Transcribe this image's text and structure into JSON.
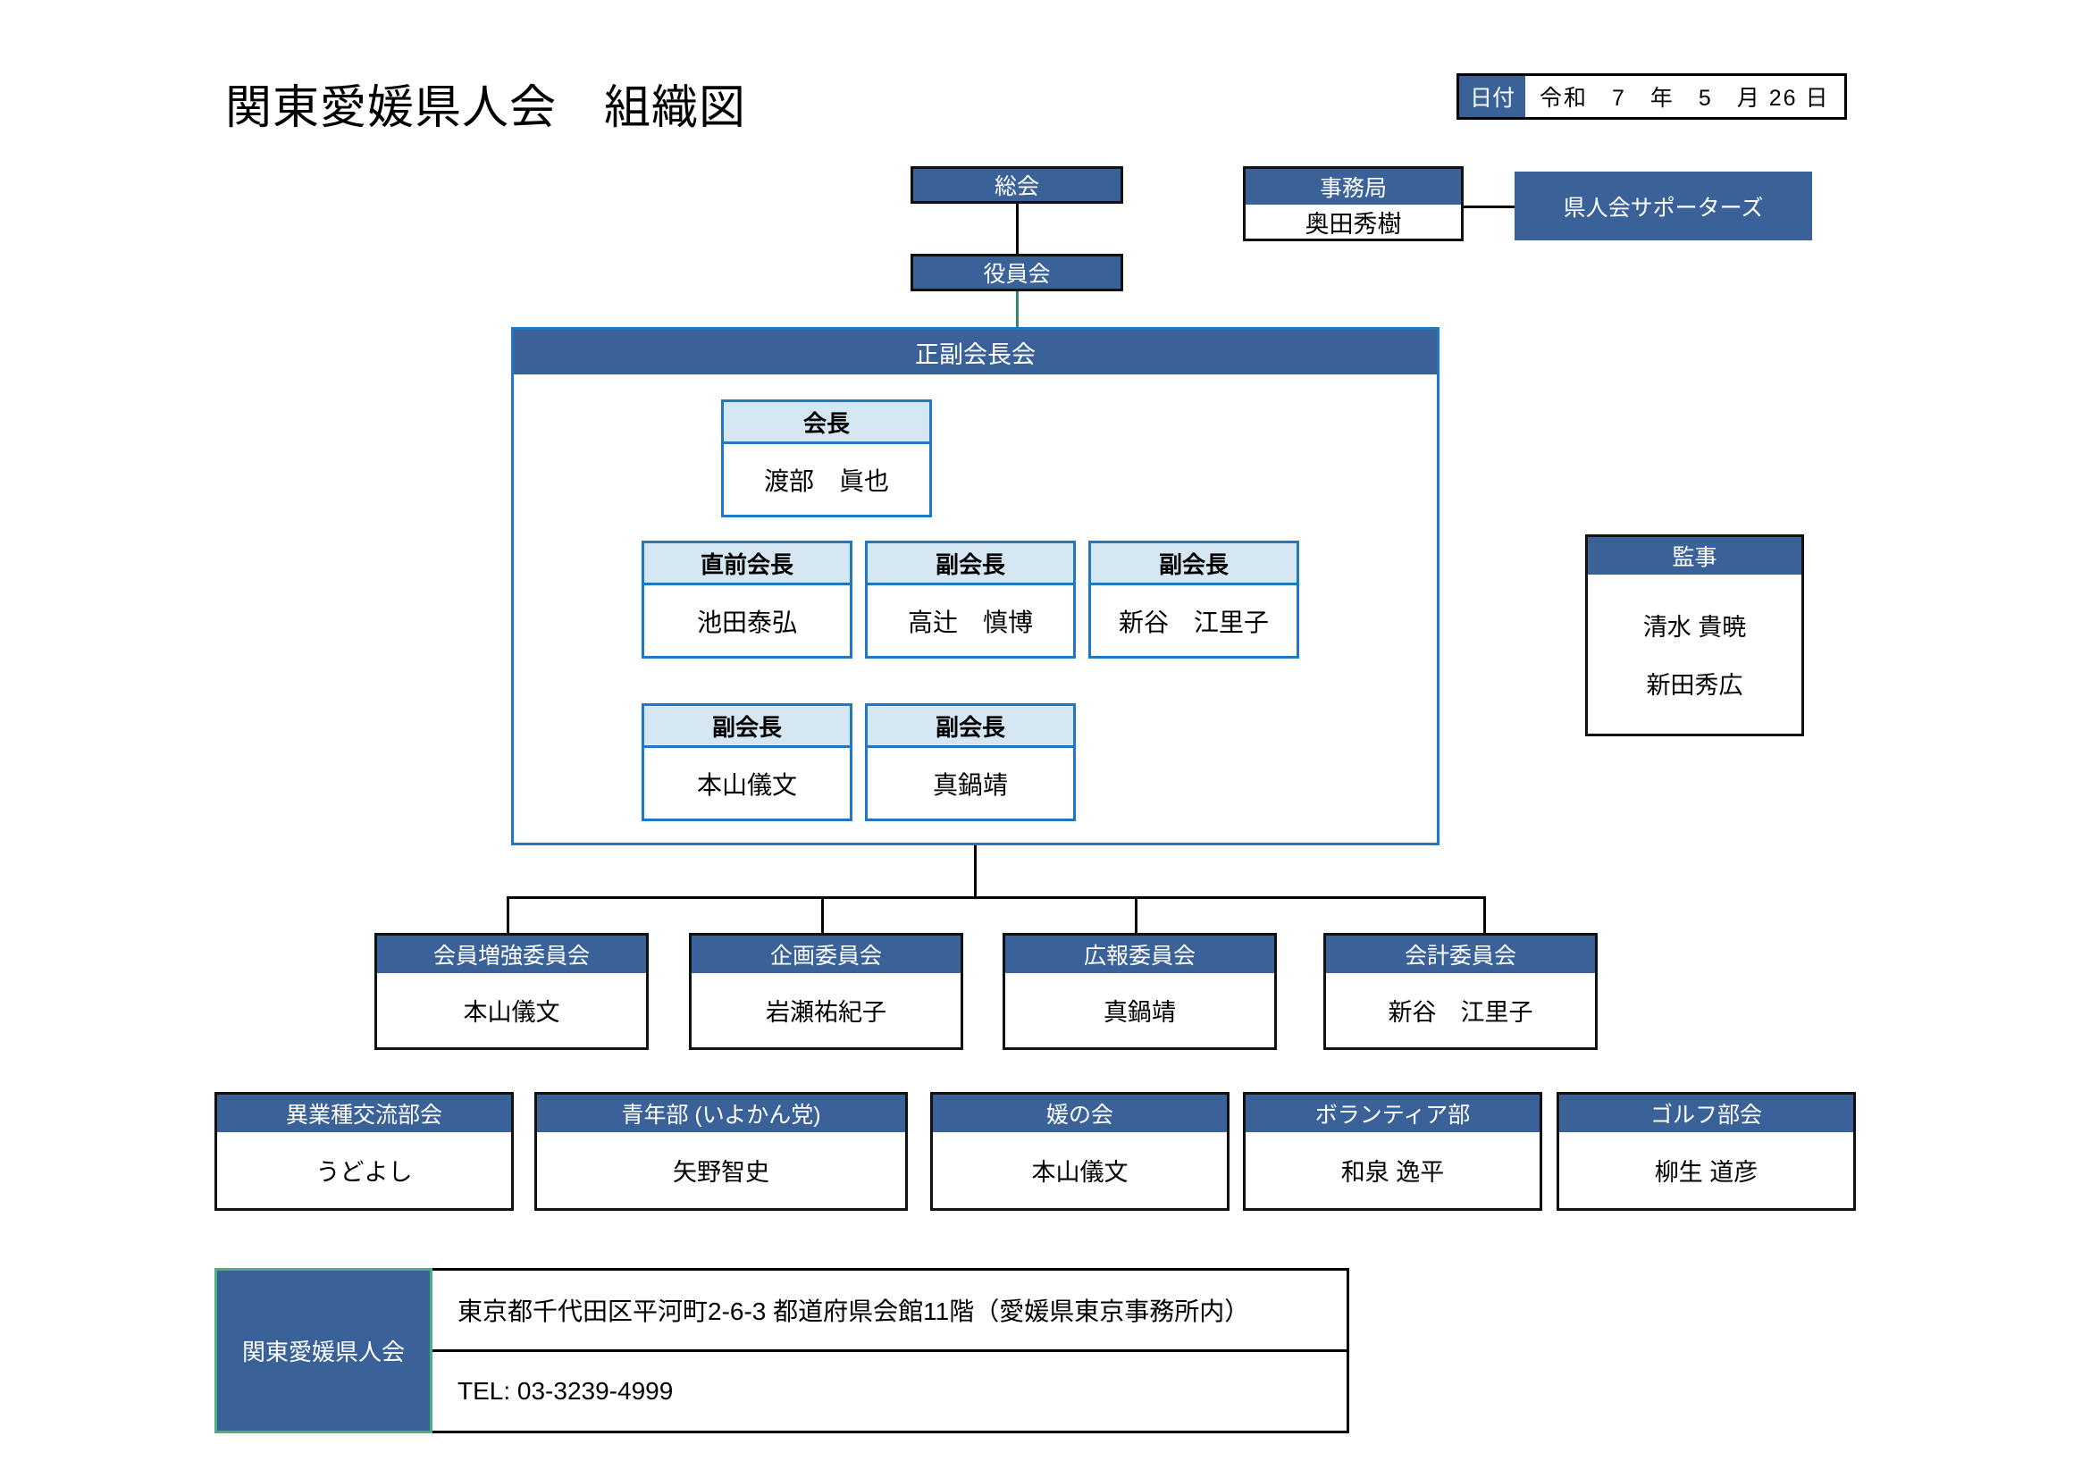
{
  "page": {
    "title": "関東愛媛県人会　組織図"
  },
  "date": {
    "label": "日付",
    "value": "令和　7　年　5　月 26 日"
  },
  "top": {
    "general_meeting": "総会",
    "officers_meeting": "役員会",
    "secretariat": {
      "title": "事務局",
      "name": "奥田秀樹"
    },
    "supporters": "県人会サポーターズ"
  },
  "council": {
    "title": "正副会長会",
    "president": {
      "title": "会長",
      "name": "渡部　眞也"
    },
    "row1": [
      {
        "title": "直前会長",
        "name": "池田泰弘"
      },
      {
        "title": "副会長",
        "name": "高辻　慎博"
      },
      {
        "title": "副会長",
        "name": "新谷　江里子"
      }
    ],
    "row2": [
      {
        "title": "副会長",
        "name": "本山儀文"
      },
      {
        "title": "副会長",
        "name": "真鍋靖"
      }
    ]
  },
  "auditors": {
    "title": "監事",
    "names": [
      "清水 貴暁",
      "新田秀広"
    ]
  },
  "committees": [
    {
      "title": "会員増強委員会",
      "name": "本山儀文"
    },
    {
      "title": "企画委員会",
      "name": "岩瀬祐紀子"
    },
    {
      "title": "広報委員会",
      "name": "真鍋靖"
    },
    {
      "title": "会計委員会",
      "name": "新谷　江里子"
    }
  ],
  "departments": [
    {
      "title": "異業種交流部会",
      "name": "うどよし"
    },
    {
      "title": "青年部 (いよかん党)",
      "name": "矢野智史"
    },
    {
      "title": "媛の会",
      "name": "本山儀文"
    },
    {
      "title": "ボランティア部",
      "name": "和泉 逸平"
    },
    {
      "title": "ゴルフ部会",
      "name": "柳生 道彦"
    }
  ],
  "footer": {
    "org": "関東愛媛県人会",
    "address": "東京都千代田区平河町2-6-3 都道府県会館11階（愛媛県東京事務所内）",
    "tel": "TEL: 03-3239-4999"
  },
  "colors": {
    "header_blue": "#3A6299",
    "light_blue": "#D4E7F2",
    "accent_border": "#1F78C1",
    "green": "#4CAF7D",
    "black": "#111111"
  }
}
